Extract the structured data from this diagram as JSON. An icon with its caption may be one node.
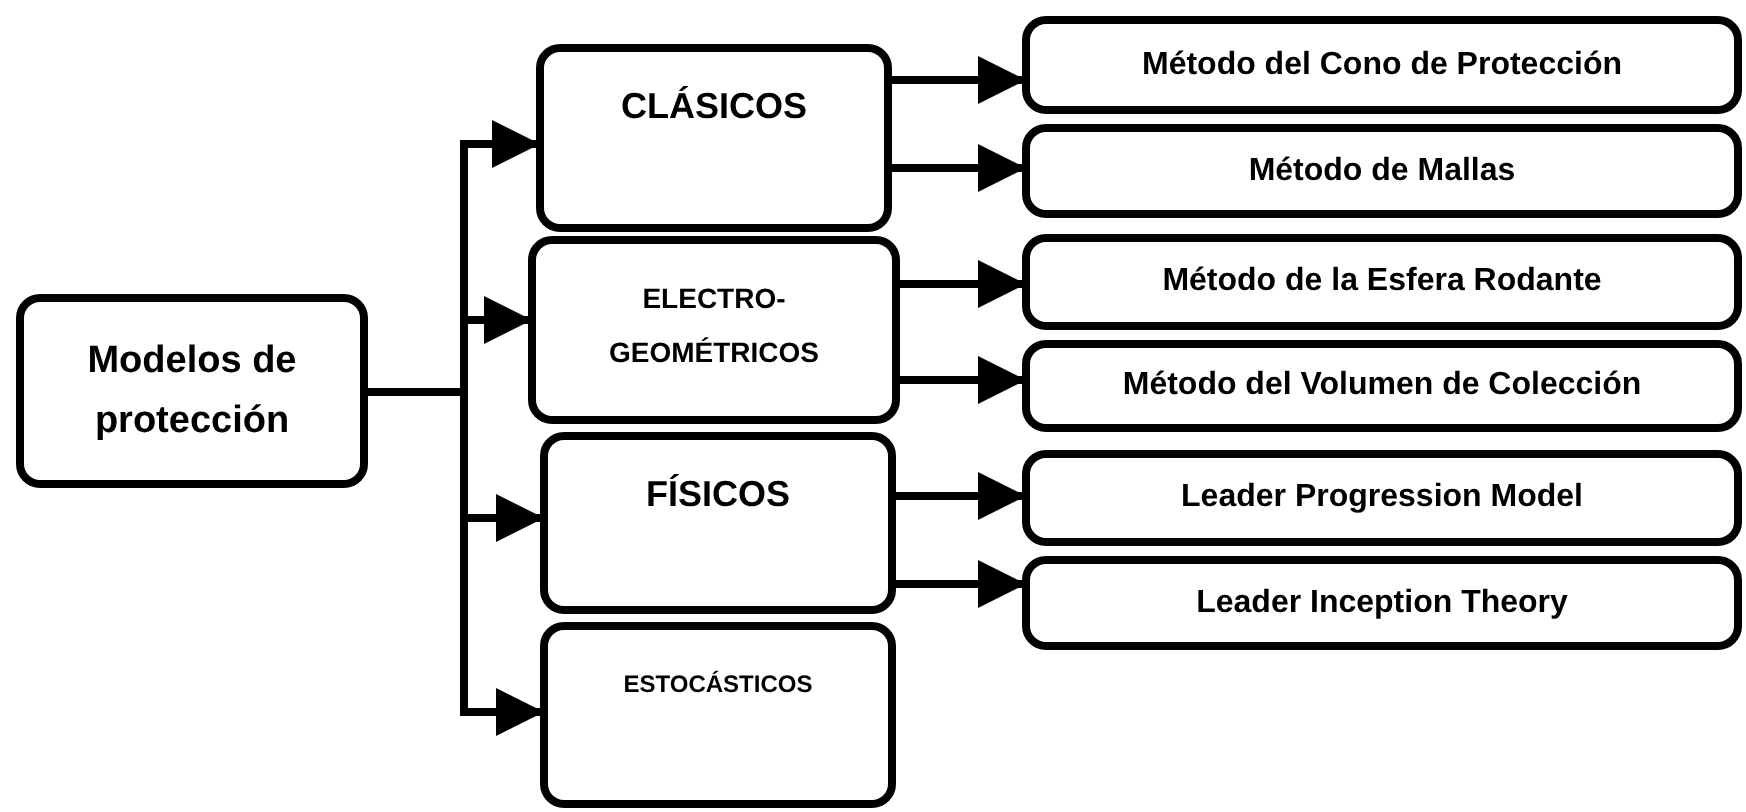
{
  "diagram": {
    "nodes": [
      {
        "text": [
          "Modelos de protección"
        ]
      },
      {
        "text": [
          "CLÁSICOS"
        ]
      },
      {
        "text": [
          "ELECTRO-GEOMÉTRICOS"
        ]
      },
      {
        "text": [
          "FÍSICOS"
        ]
      },
      {
        "text": [
          "ESTOCÁSTICOS"
        ]
      },
      {
        "text": [
          "Método del Cono de Protección"
        ]
      },
      {
        "text": [
          "Método de Mallas"
        ]
      },
      {
        "text": [
          "Método de la Esfera Rodante"
        ]
      },
      {
        "text": [
          "Método del Volumen de Colección"
        ]
      },
      {
        "text": [
          "Leader Progression Model"
        ]
      },
      {
        "text": [
          "Leader Inception Theory"
        ]
      }
    ],
    "edges": [
      {
        "from": 0,
        "to": 1,
        "arrow": "to"
      },
      {
        "from": 0,
        "to": 2,
        "arrow": "to"
      },
      {
        "from": 0,
        "to": 3,
        "arrow": "to"
      },
      {
        "from": 0,
        "to": 4,
        "arrow": "to"
      },
      {
        "from": 1,
        "to": 5,
        "arrow": "to"
      },
      {
        "from": 1,
        "to": 6,
        "arrow": "to"
      },
      {
        "from": 2,
        "to": 7,
        "arrow": "to"
      },
      {
        "from": 2,
        "to": 8,
        "arrow": "to"
      },
      {
        "from": 3,
        "to": 9,
        "arrow": "to"
      },
      {
        "from": 3,
        "to": 10,
        "arrow": "to"
      }
    ]
  }
}
